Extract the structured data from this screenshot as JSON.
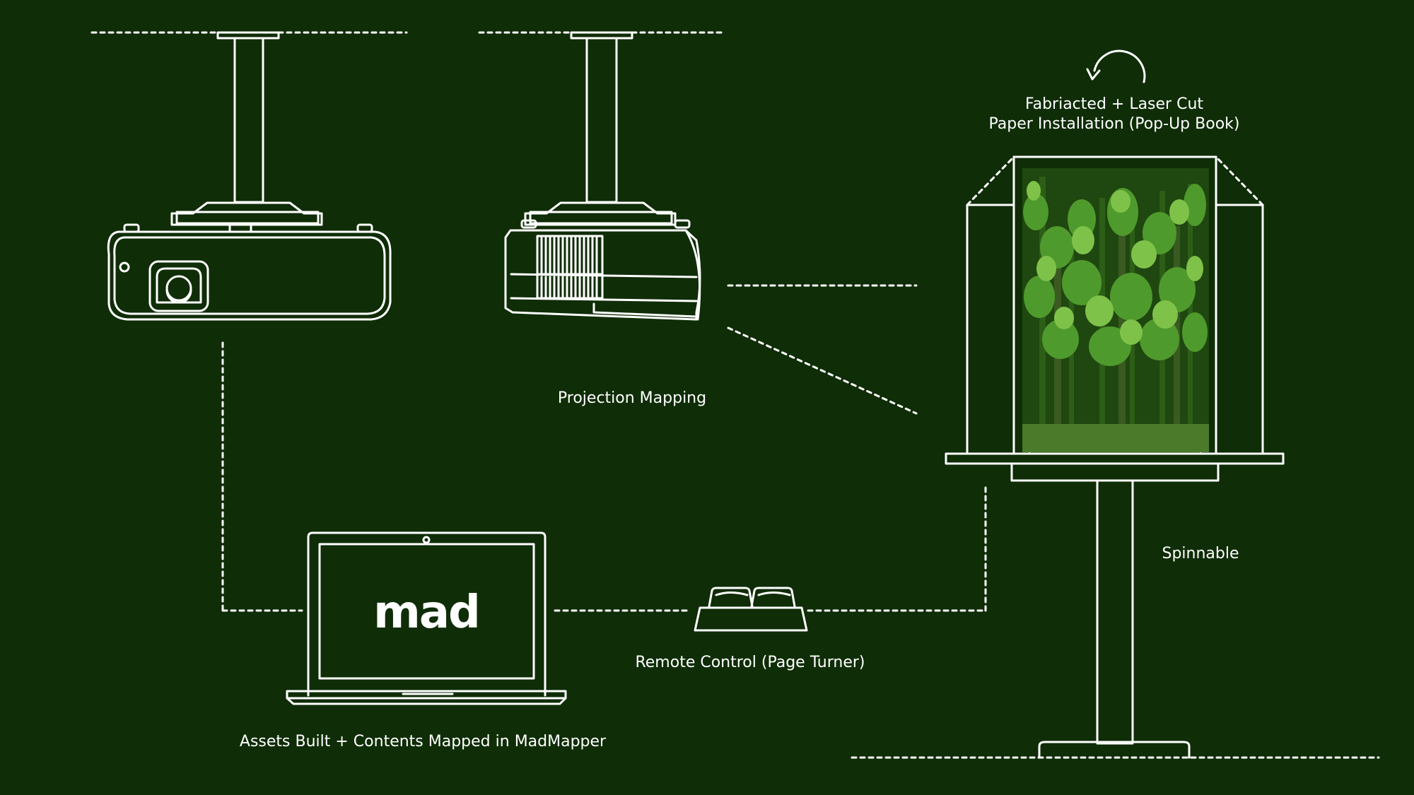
{
  "colors": {
    "background": "#0f2d07",
    "line": "#ffffff",
    "foliage_light": "#7fc24a",
    "foliage_mid": "#4f9a2c",
    "foliage_dark": "#2d5e17",
    "trunk": "#3b5a22"
  },
  "labels": {
    "installation_line1": "Fabriacted + Laser Cut",
    "installation_line2": "Paper Installation (Pop-Up Book)",
    "projection": "Projection Mapping",
    "spinnable": "Spinnable",
    "remote": "Remote Control (Page Turner)",
    "assets": "Assets Built + Contents Mapped in MadMapper",
    "logo_text": "mad"
  },
  "icons": [
    "projector-front-icon",
    "projector-side-icon",
    "laptop-icon",
    "remote-control-icon",
    "rotate-arrow-icon",
    "forest-illustration",
    "pedestal-icon"
  ]
}
